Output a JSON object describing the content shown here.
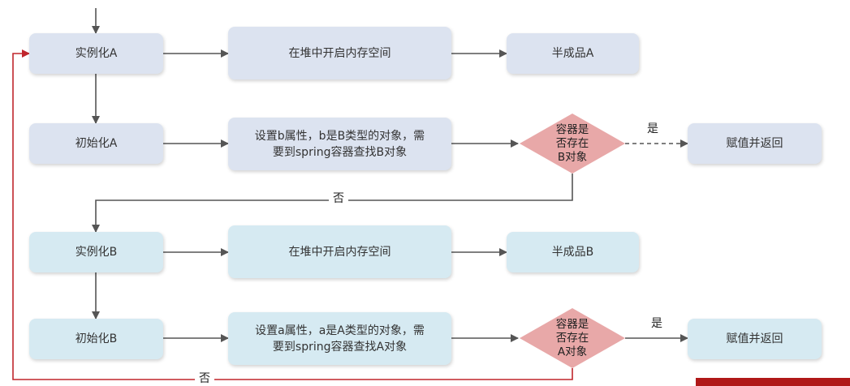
{
  "section_a": {
    "instantiate": "实例化A",
    "heap": "在堆中开启内存空间",
    "half": "半成品A",
    "init": "初始化A",
    "set_line1": "设置b属性，b是B类型的对象，需",
    "set_line2": "要到spring容器查找B对象",
    "decision_l1": "容器是",
    "decision_l2": "否存在",
    "decision_l3": "B对象",
    "yes": "是",
    "result": "赋值并返回",
    "no": "否"
  },
  "section_b": {
    "instantiate": "实例化B",
    "heap": "在堆中开启内存空间",
    "half": "半成品B",
    "init": "初始化B",
    "set_line1": "设置a属性，a是A类型的对象，需",
    "set_line2": "要到spring容器查找A对象",
    "decision_l1": "容器是",
    "decision_l2": "否存在",
    "decision_l3": "A对象",
    "yes": "是",
    "result": "赋值并返回",
    "no": "否"
  },
  "colors": {
    "box_a": "#dce3f0",
    "box_b": "#d6eaf2",
    "decision": "#e8a8a8",
    "connector": "#555555",
    "loop_back": "#c0262c"
  }
}
